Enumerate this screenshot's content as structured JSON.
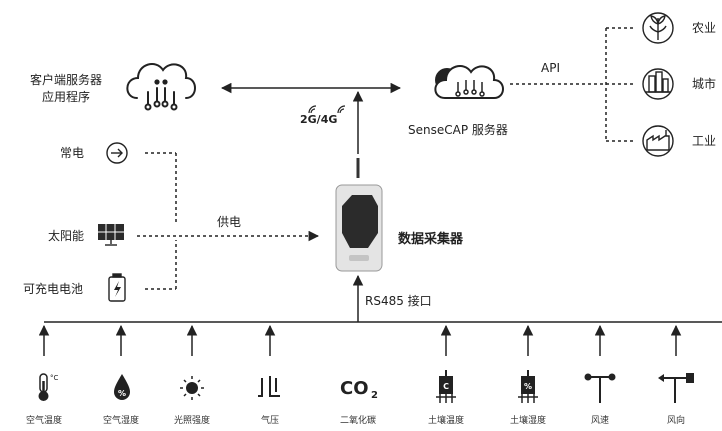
{
  "client_server": {
    "line1": "客户端服务器",
    "line2": "应用程序"
  },
  "sensecap_server": "SenseCAP 服务器",
  "api_label": "API",
  "network_label": "2G/4G",
  "industries": [
    {
      "label": "农业",
      "icon": "agriculture-icon"
    },
    {
      "label": "城市",
      "icon": "city-icon"
    },
    {
      "label": "工业",
      "icon": "industry-icon"
    }
  ],
  "power": {
    "label": "供电",
    "sources": [
      {
        "label": "常电",
        "icon": "mains-power-icon"
      },
      {
        "label": "太阳能",
        "icon": "solar-panel-icon"
      },
      {
        "label": "可充电电池",
        "icon": "battery-icon"
      }
    ]
  },
  "data_logger": "数据采集器",
  "interface_label": "RS485 接口",
  "sensors": [
    {
      "label": "空气温度",
      "icon": "thermometer-icon"
    },
    {
      "label": "空气湿度",
      "icon": "humidity-drop-icon"
    },
    {
      "label": "光照强度",
      "icon": "sun-icon"
    },
    {
      "label": "气压",
      "icon": "air-pressure-icon"
    },
    {
      "label": "二氧化碳",
      "icon": "co2-icon"
    },
    {
      "label": "土壤温度",
      "icon": "soil-temperature-icon"
    },
    {
      "label": "土壤湿度",
      "icon": "soil-moisture-icon"
    },
    {
      "label": "风速",
      "icon": "anemometer-icon"
    },
    {
      "label": "风向",
      "icon": "wind-vane-icon"
    }
  ],
  "colors": {
    "line": "#222222",
    "device": "#e4e4e4",
    "device_dark": "#2b2b2b"
  }
}
